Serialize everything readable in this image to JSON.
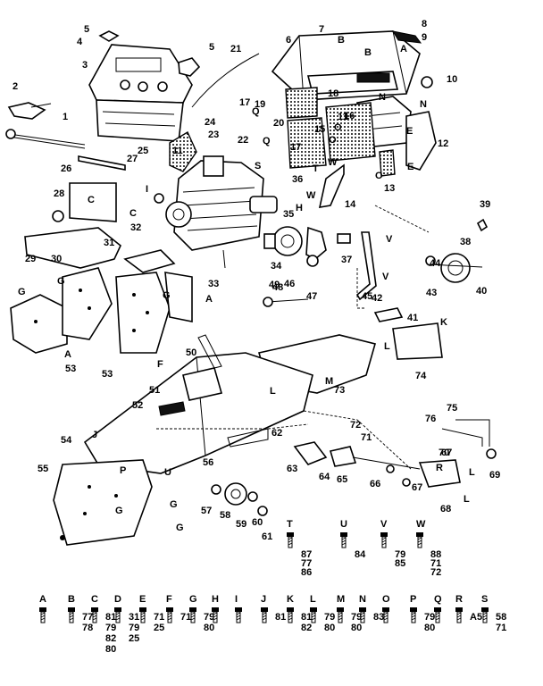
{
  "diagram": {
    "callouts": [
      "1",
      "2",
      "3",
      "4",
      "5",
      "5",
      "6",
      "7",
      "8",
      "9",
      "10",
      "11",
      "11",
      "12",
      "13",
      "14",
      "15",
      "16",
      "17",
      "17",
      "18",
      "19",
      "20",
      "21",
      "22",
      "23",
      "24",
      "25",
      "26",
      "27",
      "28",
      "29",
      "30",
      "31",
      "32",
      "33",
      "34",
      "35",
      "36",
      "37",
      "38",
      "39",
      "40",
      "41",
      "42",
      "43",
      "44",
      "45",
      "46",
      "47",
      "48",
      "49",
      "50",
      "51",
      "52",
      "53",
      "53",
      "54",
      "55",
      "56",
      "57",
      "58",
      "59",
      "60",
      "61",
      "62",
      "63",
      "64",
      "65",
      "66",
      "67",
      "67",
      "68",
      "69",
      "70",
      "71",
      "72",
      "73",
      "74",
      "75",
      "76"
    ],
    "ref_letters": [
      "B",
      "B",
      "A",
      "N",
      "N",
      "E",
      "E",
      "O",
      "O",
      "O",
      "Q",
      "Q",
      "S",
      "T",
      "W",
      "W",
      "H",
      "I",
      "V",
      "V",
      "C",
      "C",
      "G",
      "G",
      "G",
      "A",
      "A",
      "K",
      "F",
      "L",
      "L",
      "M",
      "J",
      "P",
      "U",
      "G",
      "G",
      "G",
      "R",
      "L",
      "L"
    ],
    "fastener_key_top": [
      {
        "letter": "T",
        "refs": [
          "87",
          "77",
          "86"
        ]
      },
      {
        "letter": "U",
        "refs": [
          "84"
        ]
      },
      {
        "letter": "V",
        "refs": [
          "79",
          "85"
        ]
      },
      {
        "letter": "W",
        "refs": [
          "88",
          "71",
          "72"
        ]
      }
    ],
    "fastener_key_bottom": [
      {
        "letter": "A",
        "refs": []
      },
      {
        "letter": "B",
        "refs": [
          "77",
          "78"
        ]
      },
      {
        "letter": "C",
        "refs": [
          "81",
          "79",
          "82",
          "80"
        ]
      },
      {
        "letter": "D",
        "refs": [
          "31",
          "79",
          "25"
        ]
      },
      {
        "letter": "E",
        "refs": [
          "71",
          "25"
        ]
      },
      {
        "letter": "F",
        "refs": [
          "71"
        ]
      },
      {
        "letter": "G",
        "refs": [
          "79",
          "80"
        ]
      },
      {
        "letter": "H",
        "refs": []
      },
      {
        "letter": "I",
        "refs": []
      },
      {
        "letter": "J",
        "refs": [
          "81"
        ]
      },
      {
        "letter": "K",
        "refs": [
          "81",
          "82"
        ]
      },
      {
        "letter": "L",
        "refs": [
          "79",
          "80"
        ]
      },
      {
        "letter": "M",
        "refs": [
          "79",
          "80"
        ]
      },
      {
        "letter": "N",
        "refs": [
          "83"
        ]
      },
      {
        "letter": "O",
        "refs": []
      },
      {
        "letter": "P",
        "refs": [
          "79",
          "80"
        ]
      },
      {
        "letter": "Q",
        "refs": []
      },
      {
        "letter": "R",
        "refs": [
          "A5"
        ]
      },
      {
        "letter": "S",
        "refs": [
          "58",
          "71"
        ]
      }
    ]
  }
}
